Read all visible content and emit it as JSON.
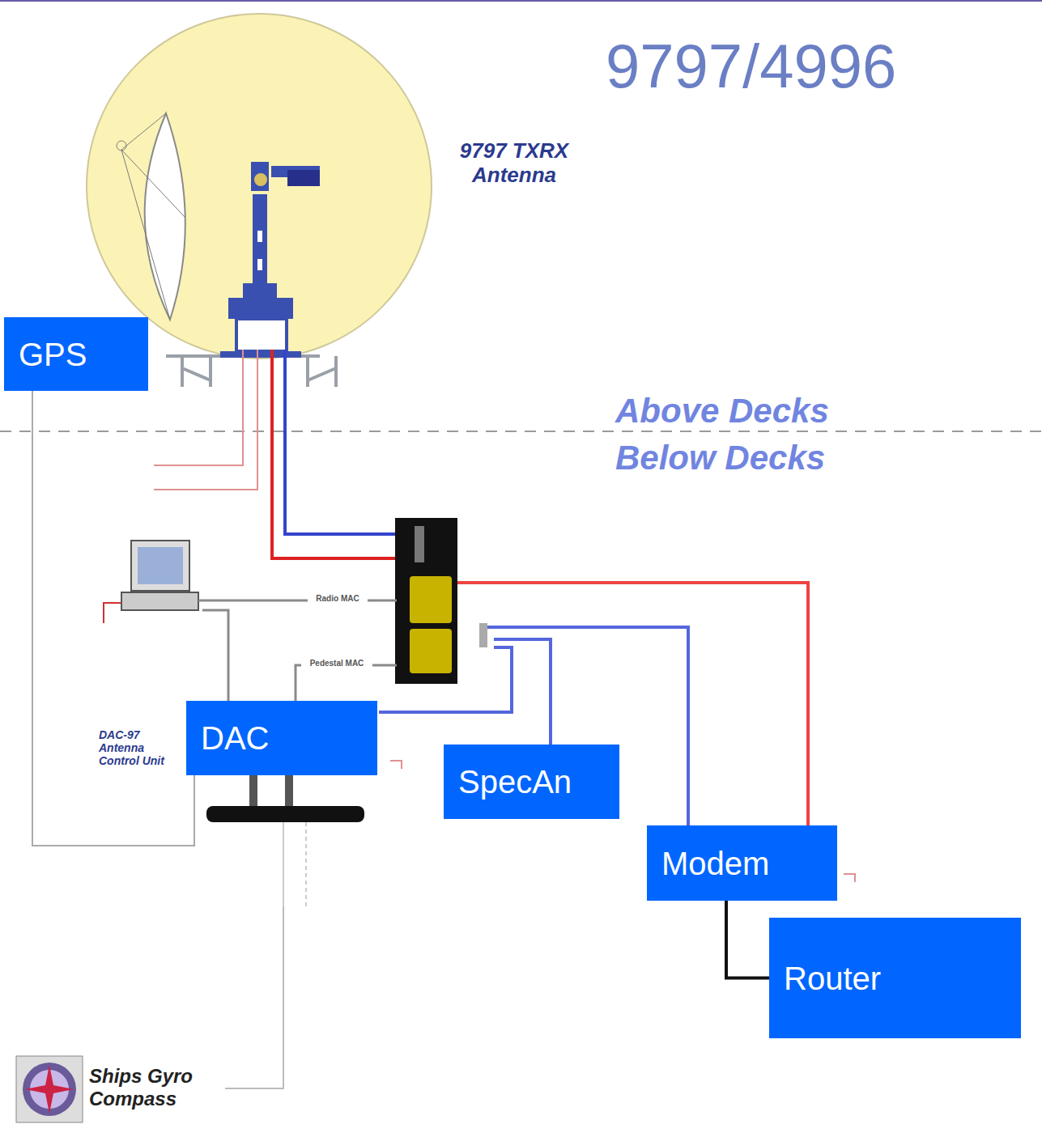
{
  "diagram": {
    "title": "9797/4996",
    "nodes": [
      {
        "text": [
          "GPS"
        ]
      },
      {
        "text": [
          "DAC"
        ]
      },
      {
        "text": [
          "SpecAn"
        ]
      },
      {
        "text": [
          "Modem"
        ]
      },
      {
        "text": [
          "Router"
        ]
      }
    ],
    "edges": [
      {
        "from": 0,
        "to": 1,
        "arrow": "none"
      },
      {
        "from": 3,
        "to": 4,
        "arrow": "none"
      }
    ],
    "labels": [
      "9797 TXRX Antenna",
      "Above Decks",
      "Below Decks",
      "Radio MAC",
      "Pedestal MAC",
      "DAC-97 Antenna Control Unit",
      "Ships Gyro Compass"
    ]
  }
}
